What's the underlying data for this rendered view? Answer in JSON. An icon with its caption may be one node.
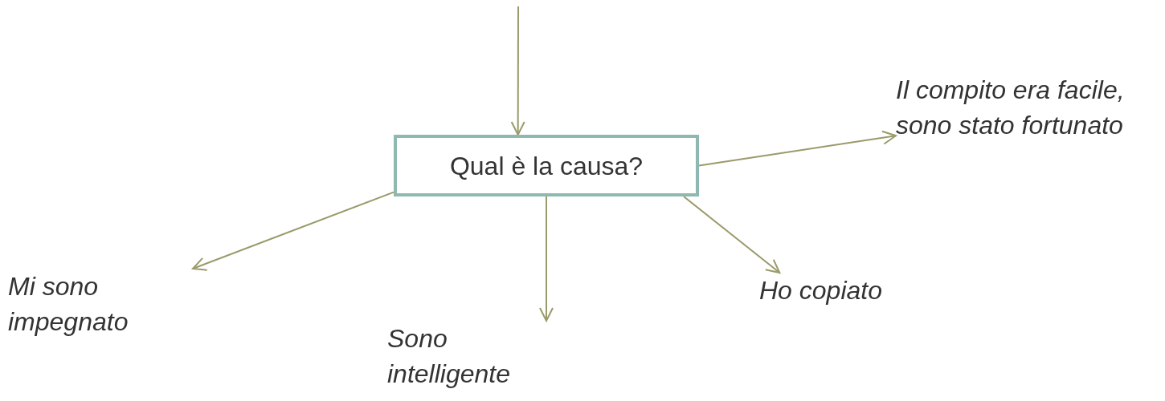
{
  "diagram": {
    "nodes": [
      {
        "text": [
          "Qual è la causa?"
        ]
      },
      {
        "text": [
          "Il compito era facile, sono stato fortunato"
        ]
      },
      {
        "text": [
          "Mi sono impegnato"
        ]
      },
      {
        "text": [
          "Sono intelligente"
        ]
      },
      {
        "text": [
          "Ho copiato"
        ]
      }
    ],
    "edges": [
      {
        "from": null,
        "to": 0,
        "arrow": "to"
      },
      {
        "from": 0,
        "to": 1,
        "arrow": "to"
      },
      {
        "from": 0,
        "to": 2,
        "arrow": "to"
      },
      {
        "from": 0,
        "to": 3,
        "arrow": "to"
      },
      {
        "from": 0,
        "to": 4,
        "arrow": "to"
      }
    ]
  }
}
